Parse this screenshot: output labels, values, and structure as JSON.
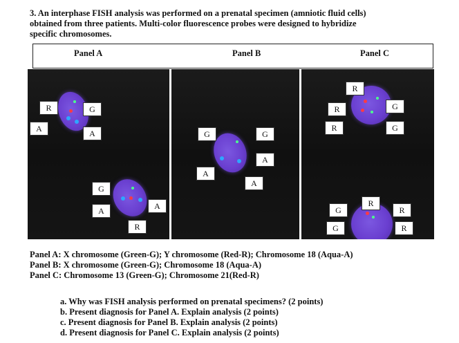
{
  "question": {
    "line1": "3. An interphase FISH analysis was performed on a prenatal specimen (amniotic fluid cells)",
    "line2": "obtained from three patients. Multi-color fluorescence probes were designed to hybridize",
    "line3": "specific chromosomes."
  },
  "panels": {
    "a": {
      "title": "Panel A",
      "labels": [
        "R",
        "G",
        "A",
        "A",
        "G",
        "A",
        "A",
        "R"
      ]
    },
    "b": {
      "title": "Panel B",
      "labels": [
        "G",
        "G",
        "A",
        "A",
        "A"
      ]
    },
    "c": {
      "title": "Panel C",
      "labels": [
        "R",
        "R",
        "G",
        "R",
        "G",
        "R",
        "G",
        "R",
        "G",
        "R"
      ]
    }
  },
  "probe_colors": {
    "green": "#4cff8f",
    "red": "#ff3a44",
    "aqua": "#2ea7ff",
    "nucleus": "#6a3fd0"
  },
  "legend": {
    "a": "Panel A: X chromosome (Green-G); Y chromosome (Red-R); Chromosome 18 (Aqua-A)",
    "b": "Panel B: X chromosome (Green-G); Chromosome 18 (Aqua-A)",
    "c": "Panel C: Chromosome 13 (Green-G); Chromosome 21(Red-R)"
  },
  "questions": {
    "a": "a. Why was FISH analysis performed on prenatal specimens? (2 points)",
    "b": "b. Present diagnosis for Panel A. Explain analysis (2 points)",
    "c": "c. Present diagnosis for Panel B. Explain analysis (2 points)",
    "d": "d. Present diagnosis for Panel C. Explain analysis (2 points)"
  }
}
